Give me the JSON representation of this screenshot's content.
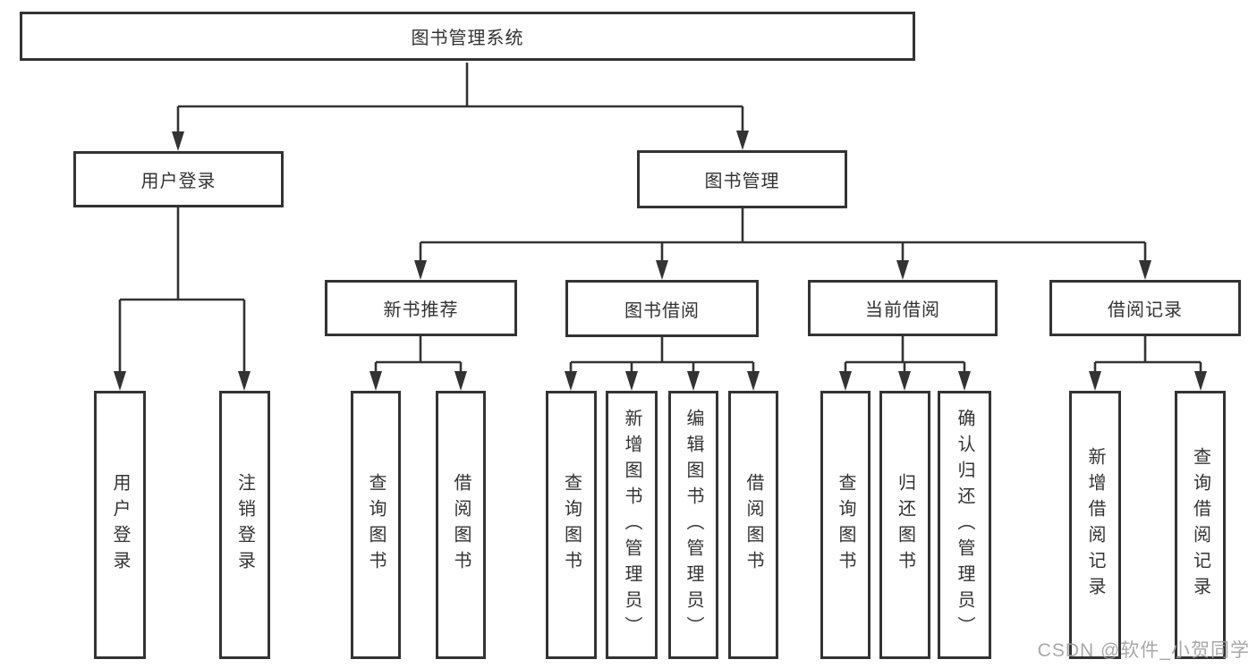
{
  "diagram": {
    "root": {
      "label": "图书管理系统"
    },
    "level2": [
      {
        "id": "user-login",
        "label": "用户登录"
      },
      {
        "id": "book-management",
        "label": "图书管理"
      }
    ],
    "level3": [
      {
        "id": "new-book-recommend",
        "label": "新书推荐",
        "parent": "图书管理"
      },
      {
        "id": "book-borrow",
        "label": "图书借阅",
        "parent": "图书管理"
      },
      {
        "id": "current-borrow",
        "label": "当前借阅",
        "parent": "图书管理"
      },
      {
        "id": "borrow-records",
        "label": "借阅记录",
        "parent": "图书管理"
      }
    ],
    "leaves": [
      {
        "id": "user-login-leaf",
        "label": "用户登录",
        "parent": "用户登录"
      },
      {
        "id": "logout",
        "label": "注销登录",
        "parent": "用户登录"
      },
      {
        "id": "query-books-1",
        "label": "查询图书",
        "parent": "新书推荐"
      },
      {
        "id": "borrow-books-1",
        "label": "借阅图书",
        "parent": "新书推荐"
      },
      {
        "id": "query-books-2",
        "label": "查询图书",
        "parent": "图书借阅"
      },
      {
        "id": "add-books-admin",
        "label": "新增图书（管理员）",
        "parent": "图书借阅"
      },
      {
        "id": "edit-books-admin",
        "label": "编辑图书（管理员）",
        "parent": "图书借阅"
      },
      {
        "id": "borrow-books-2",
        "label": "借阅图书",
        "parent": "图书借阅"
      },
      {
        "id": "query-books-3",
        "label": "查询图书",
        "parent": "当前借阅"
      },
      {
        "id": "return-books",
        "label": "归还图书",
        "parent": "当前借阅"
      },
      {
        "id": "confirm-return-admin",
        "label": "确认归还（管理员）",
        "parent": "当前借阅"
      },
      {
        "id": "add-borrow-record",
        "label": "新增借阅记录",
        "parent": "借阅记录"
      },
      {
        "id": "query-borrow-record",
        "label": "查询借阅记录",
        "parent": "借阅记录"
      }
    ],
    "watermark": "CSDN @软件_小贺同学",
    "colors": {
      "line": "#333333",
      "text": "#333333",
      "box_background": "#ffffff",
      "watermark": "#9e9e9e",
      "background": "#ffffff"
    }
  }
}
